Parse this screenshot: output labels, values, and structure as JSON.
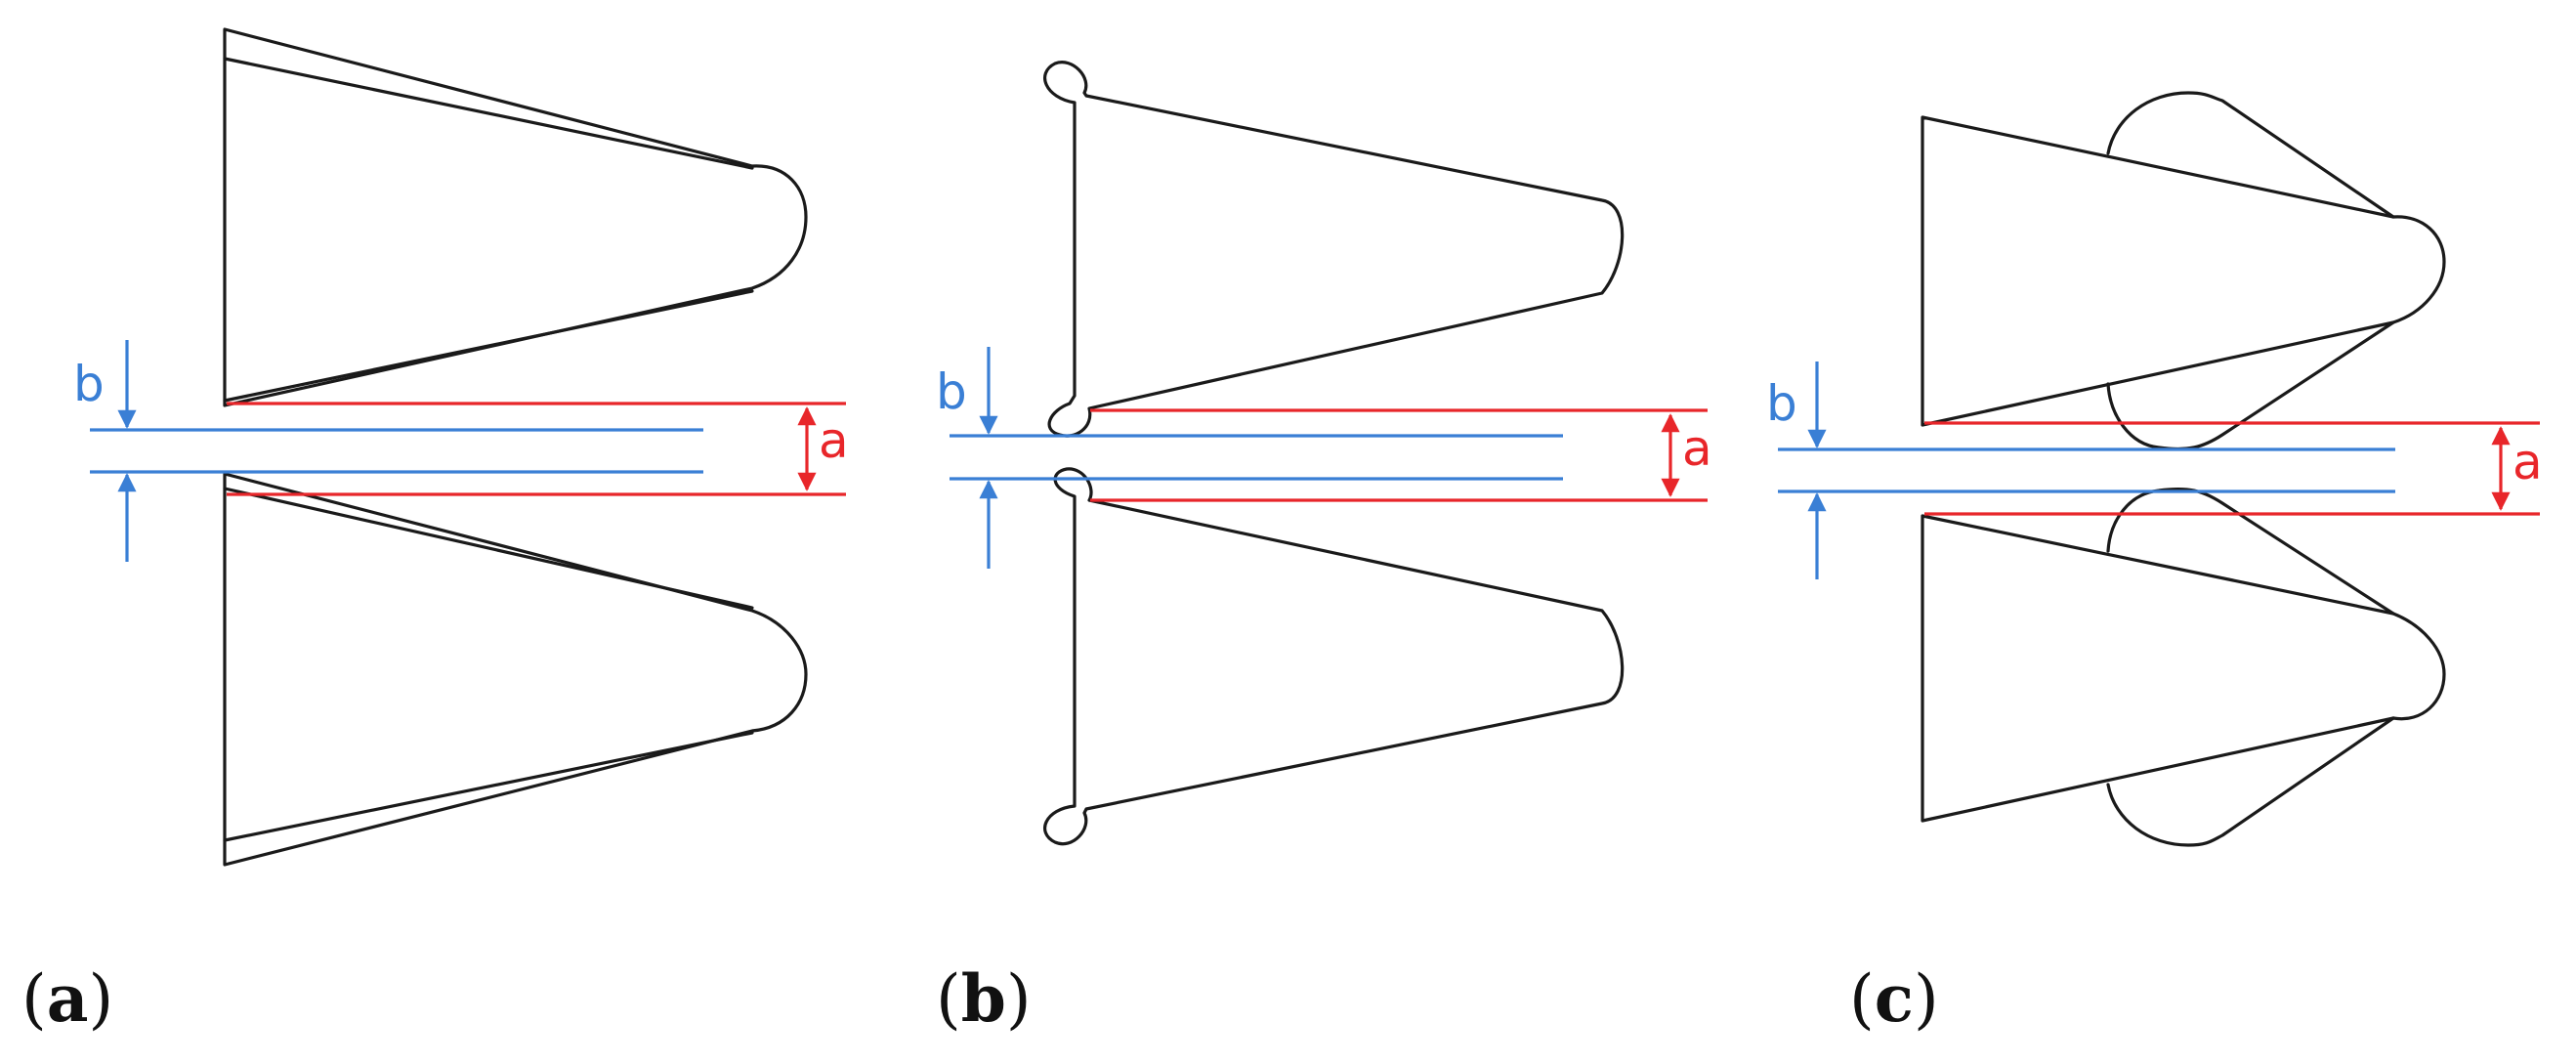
{
  "colors": {
    "outline": "#1a1a1a",
    "blue_dimension": "#3a7fd5",
    "red_dimension": "#e8262a",
    "background": "#ffffff"
  },
  "dimensions": {
    "inner_gap_label": "b",
    "outer_gap_label": "a"
  },
  "panels": [
    {
      "id": "a",
      "open": "(",
      "letter": "a",
      "close": ")"
    },
    {
      "id": "b",
      "open": "(",
      "letter": "b",
      "close": ")"
    },
    {
      "id": "c",
      "open": "(",
      "letter": "c",
      "close": ")"
    }
  ]
}
